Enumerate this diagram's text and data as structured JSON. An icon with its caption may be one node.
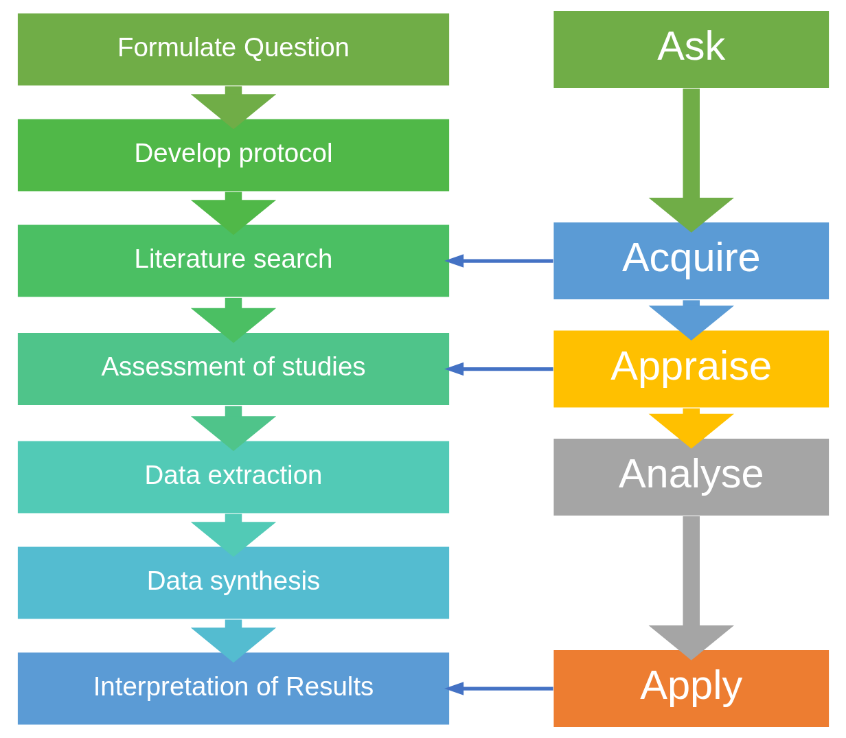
{
  "diagram": {
    "nodes": [
      {
        "text": [
          "Formulate Question"
        ]
      },
      {
        "text": [
          "Develop protocol"
        ]
      },
      {
        "text": [
          "Literature search"
        ]
      },
      {
        "text": [
          "Assessment of studies"
        ]
      },
      {
        "text": [
          "Data extraction"
        ]
      },
      {
        "text": [
          "Data synthesis"
        ]
      },
      {
        "text": [
          "Interpretation of Results"
        ]
      },
      {
        "text": [
          "Ask"
        ]
      },
      {
        "text": [
          "Acquire"
        ]
      },
      {
        "text": [
          "Appraise"
        ]
      },
      {
        "text": [
          "Analyse"
        ]
      },
      {
        "text": [
          "Apply"
        ]
      }
    ],
    "edges": [
      {
        "from": 0,
        "to": 1,
        "arrow": "to",
        "color": "#70ad47"
      },
      {
        "from": 1,
        "to": 2,
        "arrow": "to",
        "color": "#50b848"
      },
      {
        "from": 2,
        "to": 3,
        "arrow": "to",
        "color": "#4bbf63"
      },
      {
        "from": 3,
        "to": 4,
        "arrow": "to",
        "color": "#4fc48a"
      },
      {
        "from": 4,
        "to": 5,
        "arrow": "to",
        "color": "#52cab6"
      },
      {
        "from": 5,
        "to": 6,
        "arrow": "to",
        "color": "#54bcd0"
      },
      {
        "from": 7,
        "to": 8,
        "arrow": "to",
        "color": "#70ad47"
      },
      {
        "from": 8,
        "to": 9,
        "arrow": "to",
        "color": "#5b9bd5"
      },
      {
        "from": 9,
        "to": 10,
        "arrow": "to",
        "color": "#ffc000"
      },
      {
        "from": 10,
        "to": 11,
        "arrow": "to",
        "color": "#a5a5a5"
      },
      {
        "from": 8,
        "to": 2,
        "arrow": "to",
        "color": "#4472c4"
      },
      {
        "from": 9,
        "to": 3,
        "arrow": "to",
        "color": "#4472c4"
      },
      {
        "from": 11,
        "to": 6,
        "arrow": "to",
        "color": "#4472c4"
      }
    ]
  }
}
